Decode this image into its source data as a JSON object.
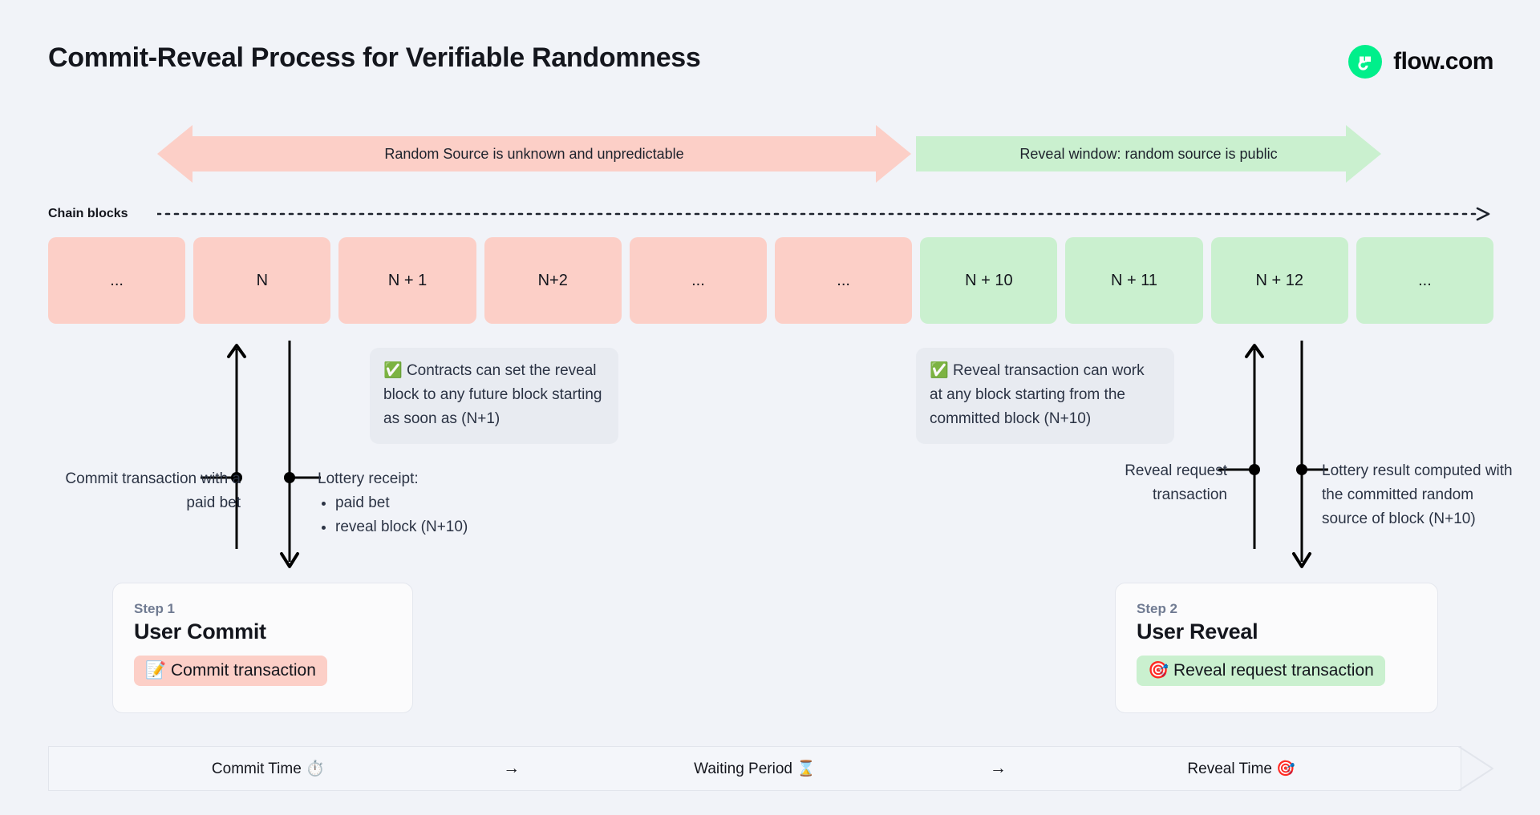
{
  "header": {
    "title": "Commit-Reveal Process for Verifiable Randomness",
    "brand_name": "flow.com",
    "brand_icon": "flow-logo-icon",
    "brand_color": "#00ef8b"
  },
  "banners": [
    {
      "id": "unknown",
      "label": "Random Source is unknown and unpredictable",
      "color": "#fccfc7",
      "direction": "both"
    },
    {
      "id": "reveal",
      "label": "Reveal window: random source is public",
      "color": "#caf0cf",
      "direction": "right"
    }
  ],
  "chain": {
    "label": "Chain blocks",
    "blocks": [
      {
        "label": "...",
        "tone": "pink"
      },
      {
        "label": "N",
        "tone": "pink"
      },
      {
        "label": "N + 1",
        "tone": "pink"
      },
      {
        "label": "N+2",
        "tone": "pink"
      },
      {
        "label": "...",
        "tone": "pink"
      },
      {
        "label": "...",
        "tone": "pink"
      },
      {
        "label": "N + 10",
        "tone": "green"
      },
      {
        "label": "N + 11",
        "tone": "green"
      },
      {
        "label": "N + 12",
        "tone": "green"
      },
      {
        "label": "...",
        "tone": "green"
      }
    ]
  },
  "callouts": [
    {
      "id": "commit",
      "icon": "check-mark-icon",
      "text": "Contracts can set the reveal block to any future block starting as soon as (N+1)"
    },
    {
      "id": "reveal",
      "icon": "check-mark-icon",
      "text": "Reveal transaction can work at any block starting from the committed block (N+10)"
    }
  ],
  "annotations": {
    "commit_transaction": "Commit transaction with a paid bet",
    "receipt_title": "Lottery receipt:",
    "receipt_items": [
      "paid bet",
      "reveal block (N+10)"
    ],
    "reveal_request": "Reveal request transaction",
    "lottery_result": "Lottery result computed with the committed random source of block (N+10)"
  },
  "steps": [
    {
      "step_label": "Step 1",
      "title": "User Commit",
      "chip_icon": "memo-icon",
      "chip_label": "Commit transaction",
      "chip_tone": "pink"
    },
    {
      "step_label": "Step 2",
      "title": "User Reveal",
      "chip_icon": "dart-target-icon",
      "chip_label": "Reveal request transaction",
      "chip_tone": "green"
    }
  ],
  "timeline": {
    "phases": [
      {
        "label": "Commit Time",
        "icon": "stopwatch-icon"
      },
      {
        "label": "Waiting Period",
        "icon": "hourglass-icon"
      },
      {
        "label": "Reveal Time",
        "icon": "dart-target-icon"
      }
    ],
    "separator": "→"
  }
}
